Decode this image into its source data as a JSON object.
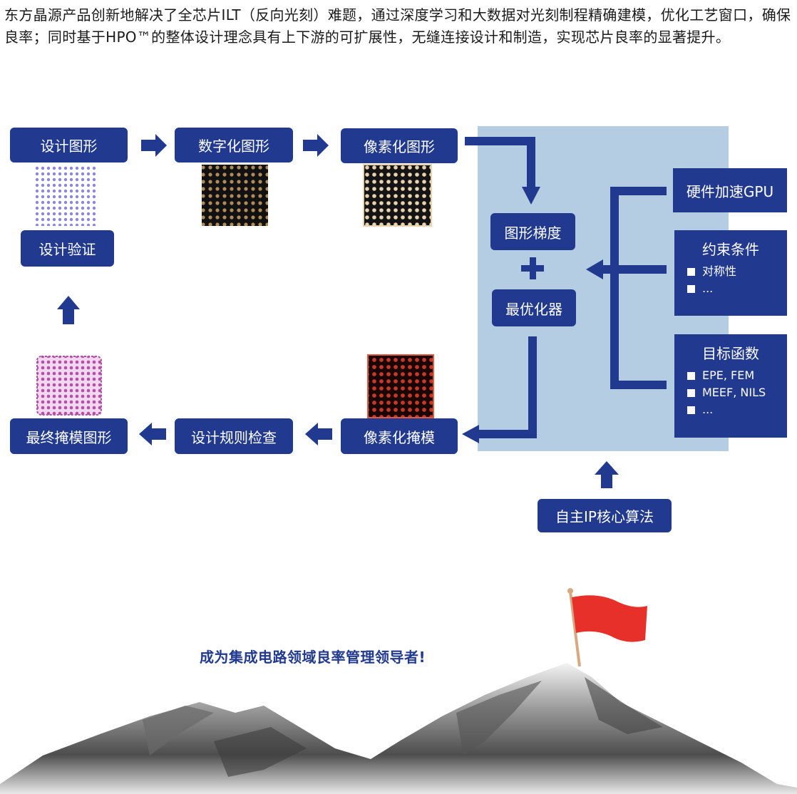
{
  "intro_text": "东方晶源产品创新地解决了全芯片ILT（反向光刻）难题，通过深度学习和大数据对光刻制程精确建模，优化工艺窗口，确保良率；同时基于HPO™的整体设计理念具有上下游的可扩展性，无缝连接设计和制造，实现芯片良率的显著提升。",
  "flow": {
    "design_pattern": "设计图形",
    "digitized_pattern": "数字化图形",
    "pixelated_pattern": "像素化图形",
    "design_verification": "设计验证",
    "final_mask_pattern": "最终掩模图形",
    "design_rule_check": "设计规则检查",
    "pixelated_mask": "像素化掩模"
  },
  "optimizer": {
    "gradient": "图形梯度",
    "plus": "+",
    "optimizer": "最优化器"
  },
  "side_boxes": {
    "gpu": "硬件加速GPU",
    "constraints": {
      "title": "约束条件",
      "items": [
        "对称性",
        "..."
      ]
    },
    "objectives": {
      "title": "目标函数",
      "items": [
        "EPE, FEM",
        "MEEF, NILS",
        "..."
      ]
    }
  },
  "core_algorithm": "自主IP核心算法",
  "slogan": "成为集成电路领域良率管理领导者!",
  "colors": {
    "box": "#213a8f",
    "panel": "#b5cde2",
    "flag": "#e8302a"
  }
}
